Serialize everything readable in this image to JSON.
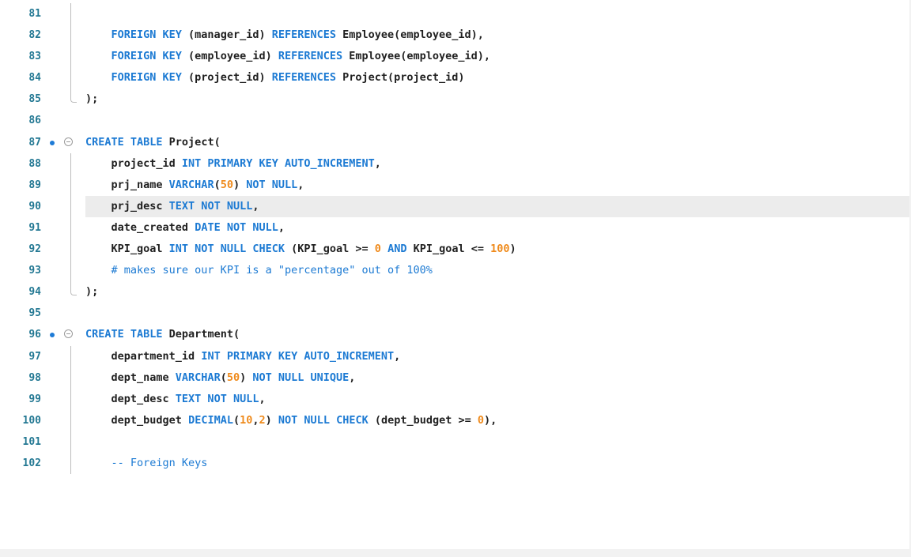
{
  "editor": {
    "lines": [
      {
        "num": "81",
        "indent": 0,
        "guide": "line",
        "tokens": []
      },
      {
        "num": "82",
        "indent": 4,
        "guide": "line",
        "tokens": [
          {
            "c": "kw",
            "t": "FOREIGN KEY"
          },
          {
            "c": "pl",
            "t": " (manager_id) "
          },
          {
            "c": "kw",
            "t": "REFERENCES"
          },
          {
            "c": "pl",
            "t": " Employee(employee_id),"
          }
        ]
      },
      {
        "num": "83",
        "indent": 4,
        "guide": "line",
        "tokens": [
          {
            "c": "kw",
            "t": "FOREIGN KEY"
          },
          {
            "c": "pl",
            "t": " (employee_id) "
          },
          {
            "c": "kw",
            "t": "REFERENCES"
          },
          {
            "c": "pl",
            "t": " Employee(employee_id),"
          }
        ]
      },
      {
        "num": "84",
        "indent": 4,
        "guide": "line",
        "tokens": [
          {
            "c": "kw",
            "t": "FOREIGN KEY"
          },
          {
            "c": "pl",
            "t": " (project_id) "
          },
          {
            "c": "kw",
            "t": "REFERENCES"
          },
          {
            "c": "pl",
            "t": " Project(project_id)"
          }
        ]
      },
      {
        "num": "85",
        "indent": 0,
        "guide": "end",
        "tokens": [
          {
            "c": "pl",
            "t": ");"
          }
        ]
      },
      {
        "num": "86",
        "indent": 0,
        "guide": "none",
        "tokens": []
      },
      {
        "num": "87",
        "indent": 0,
        "guide": "none",
        "breakpoint": true,
        "fold": true,
        "tokens": [
          {
            "c": "kw",
            "t": "CREATE TABLE"
          },
          {
            "c": "pl",
            "t": " Project("
          }
        ]
      },
      {
        "num": "88",
        "indent": 4,
        "guide": "line",
        "tokens": [
          {
            "c": "pl",
            "t": "project_id "
          },
          {
            "c": "kw",
            "t": "INT PRIMARY KEY AUTO_INCREMENT"
          },
          {
            "c": "pl",
            "t": ","
          }
        ]
      },
      {
        "num": "89",
        "indent": 4,
        "guide": "line",
        "tokens": [
          {
            "c": "pl",
            "t": "prj_name "
          },
          {
            "c": "kw",
            "t": "VARCHAR"
          },
          {
            "c": "pl",
            "t": "("
          },
          {
            "c": "num",
            "t": "50"
          },
          {
            "c": "pl",
            "t": ") "
          },
          {
            "c": "kw",
            "t": "NOT NULL"
          },
          {
            "c": "pl",
            "t": ","
          }
        ]
      },
      {
        "num": "90",
        "indent": 4,
        "guide": "line",
        "highlight": true,
        "tokens": [
          {
            "c": "pl",
            "t": "prj_desc "
          },
          {
            "c": "kw",
            "t": "TEXT NOT NULL"
          },
          {
            "c": "pl",
            "t": ","
          }
        ]
      },
      {
        "num": "91",
        "indent": 4,
        "guide": "line",
        "tokens": [
          {
            "c": "pl",
            "t": "date_created "
          },
          {
            "c": "kw",
            "t": "DATE NOT NULL"
          },
          {
            "c": "pl",
            "t": ","
          }
        ]
      },
      {
        "num": "92",
        "indent": 4,
        "guide": "line",
        "tokens": [
          {
            "c": "pl",
            "t": "KPI_goal "
          },
          {
            "c": "kw",
            "t": "INT NOT NULL CHECK"
          },
          {
            "c": "pl",
            "t": " (KPI_goal >= "
          },
          {
            "c": "num",
            "t": "0"
          },
          {
            "c": "pl",
            "t": " "
          },
          {
            "c": "kw",
            "t": "AND"
          },
          {
            "c": "pl",
            "t": " KPI_goal <= "
          },
          {
            "c": "num",
            "t": "100"
          },
          {
            "c": "pl",
            "t": ")"
          }
        ]
      },
      {
        "num": "93",
        "indent": 4,
        "guide": "line",
        "tokens": [
          {
            "c": "cm",
            "t": "# makes sure our KPI is a \"percentage\" out of 100%"
          }
        ]
      },
      {
        "num": "94",
        "indent": 0,
        "guide": "end",
        "tokens": [
          {
            "c": "pl",
            "t": ");"
          }
        ]
      },
      {
        "num": "95",
        "indent": 0,
        "guide": "none",
        "tokens": []
      },
      {
        "num": "96",
        "indent": 0,
        "guide": "none",
        "breakpoint": true,
        "fold": true,
        "tokens": [
          {
            "c": "kw",
            "t": "CREATE TABLE"
          },
          {
            "c": "pl",
            "t": " Department("
          }
        ]
      },
      {
        "num": "97",
        "indent": 4,
        "guide": "line",
        "tokens": [
          {
            "c": "pl",
            "t": "department_id "
          },
          {
            "c": "kw",
            "t": "INT PRIMARY KEY AUTO_INCREMENT"
          },
          {
            "c": "pl",
            "t": ","
          }
        ]
      },
      {
        "num": "98",
        "indent": 4,
        "guide": "line",
        "tokens": [
          {
            "c": "pl",
            "t": "dept_name "
          },
          {
            "c": "kw",
            "t": "VARCHAR"
          },
          {
            "c": "pl",
            "t": "("
          },
          {
            "c": "num",
            "t": "50"
          },
          {
            "c": "pl",
            "t": ") "
          },
          {
            "c": "kw",
            "t": "NOT NULL UNIQUE"
          },
          {
            "c": "pl",
            "t": ","
          }
        ]
      },
      {
        "num": "99",
        "indent": 4,
        "guide": "line",
        "tokens": [
          {
            "c": "pl",
            "t": "dept_desc "
          },
          {
            "c": "kw",
            "t": "TEXT NOT NULL"
          },
          {
            "c": "pl",
            "t": ","
          }
        ]
      },
      {
        "num": "100",
        "indent": 4,
        "guide": "line",
        "tokens": [
          {
            "c": "pl",
            "t": "dept_budget "
          },
          {
            "c": "kw",
            "t": "DECIMAL"
          },
          {
            "c": "pl",
            "t": "("
          },
          {
            "c": "num",
            "t": "10"
          },
          {
            "c": "pl",
            "t": ","
          },
          {
            "c": "num",
            "t": "2"
          },
          {
            "c": "pl",
            "t": ") "
          },
          {
            "c": "kw",
            "t": "NOT NULL CHECK"
          },
          {
            "c": "pl",
            "t": " (dept_budget >= "
          },
          {
            "c": "num",
            "t": "0"
          },
          {
            "c": "pl",
            "t": "),"
          }
        ]
      },
      {
        "num": "101",
        "indent": 0,
        "guide": "line",
        "tokens": []
      },
      {
        "num": "102",
        "indent": 4,
        "guide": "line",
        "tokens": [
          {
            "c": "cm",
            "t": "-- Foreign Keys"
          }
        ]
      }
    ]
  },
  "colors": {
    "keyword": "#1c7ad3",
    "number": "#ef8a1b",
    "comment": "#1c7ad3",
    "line_number": "#237893",
    "current_line": "#ececec",
    "breakpoint": "#1e7bd6"
  },
  "icons": {
    "breakpoint": "breakpoint-dot-icon",
    "fold": "fold-collapse-icon",
    "guide_end": "block-end-guide-icon"
  }
}
